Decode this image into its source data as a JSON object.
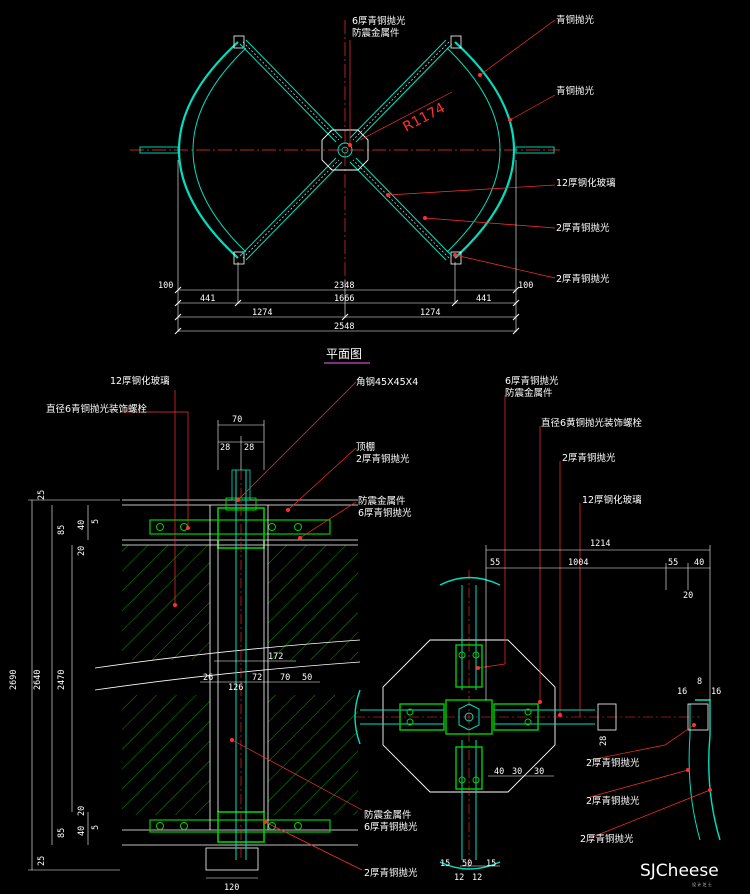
{
  "colors": {
    "background": "#000000",
    "leader": "#ff3030",
    "glass": "#00e0c0",
    "green": "#00d000",
    "white": "#ffffff",
    "cyan": "#00c8ff"
  },
  "plan": {
    "title": "平面图",
    "radius_label": "R1174",
    "labels": {
      "top_left_1": "6厚青铜抛光",
      "top_left_2": "防震金属件",
      "right_1": "青铜抛光",
      "right_2": "青铜抛光",
      "right_3": "12厚钢化玻璃",
      "right_4": "2厚青铜抛光",
      "right_5": "2厚青铜抛光"
    },
    "dims": {
      "edge_left": "100",
      "edge_right": "100",
      "overall_inner": "2348",
      "seg_left": "441",
      "seg_mid": "1666",
      "seg_right": "441",
      "half_left": "1274",
      "half_right": "1274",
      "overall": "2548"
    }
  },
  "section": {
    "labels": {
      "glass": "12厚钢化玻璃",
      "bolt": "直径6青铜抛光装饰螺栓",
      "angle": "角钢45X45X4",
      "ceiling_1": "顶棚",
      "ceiling_2": "2厚青铜抛光",
      "damper_1": "防震金属件",
      "damper_2": "6厚青铜抛光",
      "bottom_damper_1": "防震金属件",
      "bottom_damper_2": "6厚青铜抛光",
      "bottom_bronze": "2厚青铜抛光"
    },
    "dims": {
      "top_w": "70",
      "top_a": "28",
      "top_b": "28",
      "total_h": "2690",
      "mid_h": "2640",
      "clear_h": "2470",
      "t25a": "25",
      "t85a": "85",
      "t40a": "40",
      "t20a": "20",
      "t5a": "5",
      "t85b": "85",
      "t40b": "40",
      "t20b": "20",
      "t5b": "5",
      "t25b": "25",
      "w172": "172",
      "w26": "26",
      "w126": "126",
      "w72": "72",
      "w70": "70",
      "w50": "50",
      "bottom_w": "120"
    }
  },
  "detail": {
    "labels": {
      "top_1": "6厚青铜抛光",
      "top_2": "防震金属件",
      "bolt": "直径6黄铜抛光装饰螺栓",
      "bronze": "2厚青铜抛光",
      "glass": "12厚钢化玻璃",
      "b1": "2厚青铜抛光",
      "b2": "2厚青铜抛光",
      "b3": "2厚青铜抛光"
    },
    "dims": {
      "d1214": "1214",
      "d55a": "55",
      "d1004": "1004",
      "d55b": "55",
      "d40": "40",
      "d20": "20",
      "d16a": "16",
      "d8": "8",
      "d16b": "16",
      "d28": "28",
      "d40b": "40",
      "d30a": "30",
      "d30b": "30",
      "d15a": "15",
      "d50": "50",
      "d15b": "15",
      "d12a": "12",
      "d12b": "12"
    }
  },
  "watermark": {
    "brand": "SJCheese",
    "sub": "设 计 芝 士"
  }
}
